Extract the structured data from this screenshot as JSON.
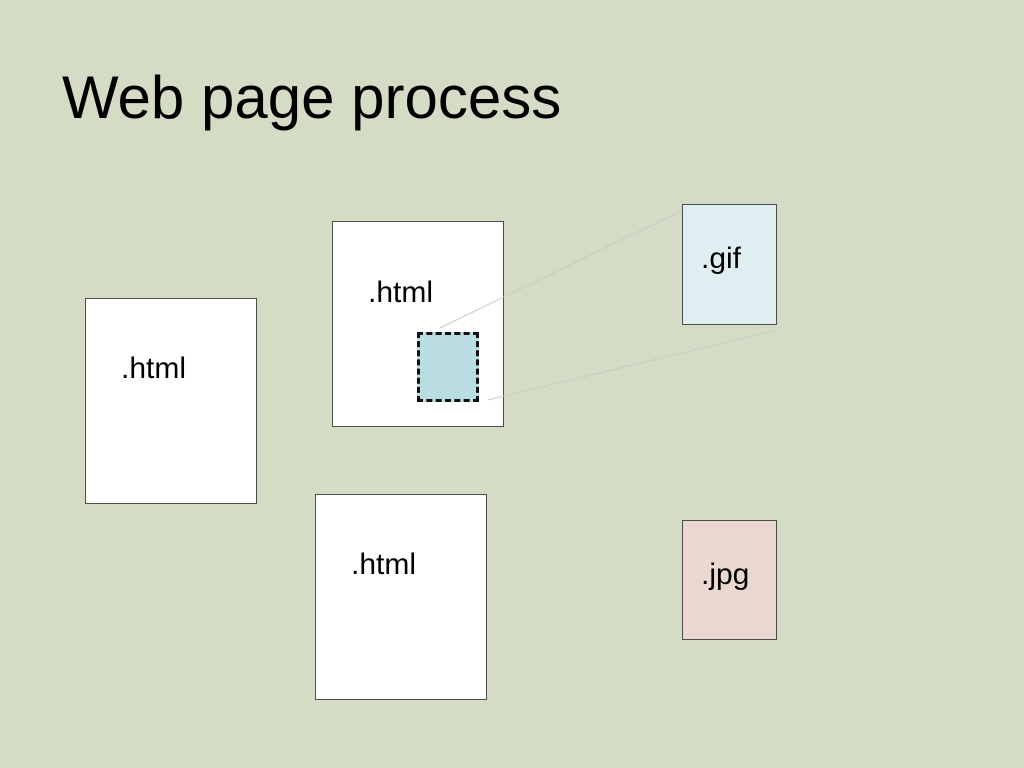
{
  "slide": {
    "title": "Web page process",
    "background": "#d5dcc6"
  },
  "pages": [
    {
      "label": ".html"
    },
    {
      "label": ".html"
    },
    {
      "label": ".html"
    }
  ],
  "assets": {
    "gif": {
      "label": ".gif",
      "color": "#dfeff1"
    },
    "jpg": {
      "label": ".jpg",
      "color": "#ead8d0"
    }
  },
  "placeholder": {
    "color": "#badde1"
  }
}
